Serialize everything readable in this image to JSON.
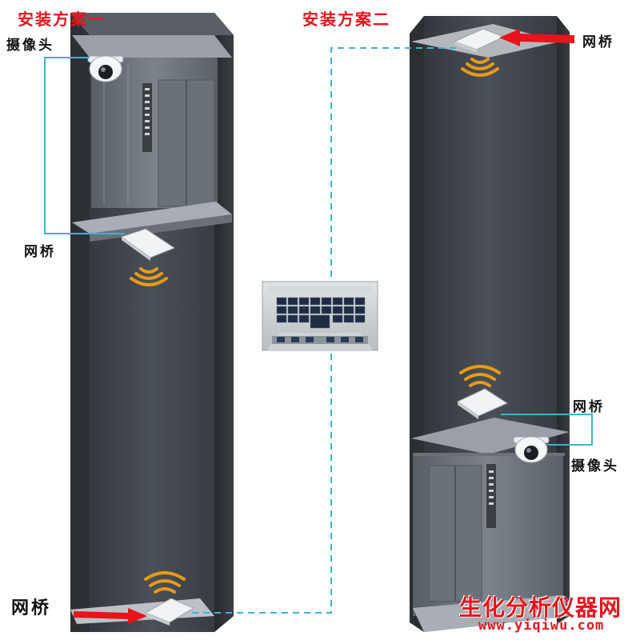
{
  "scheme_one": {
    "title": "安装方案一",
    "camera_label": "摄像头",
    "bridge_mid_label": "网桥",
    "bridge_bottom_label": "网桥"
  },
  "scheme_two": {
    "title": "安装方案二",
    "bridge_top_label": "网桥",
    "bridge_mid_label": "网桥",
    "camera_label": "摄像头"
  },
  "watermark": {
    "name": "生化分析仪器网",
    "url": "www.yiqiwu.com"
  },
  "colors": {
    "title_red": "#e8141c",
    "link_cyan": "#38b6d0",
    "shaft_dark": "#3e4349",
    "signal_orange": "#e69a1a"
  },
  "icons": [
    "dome-camera-icon",
    "wireless-bridge-icon",
    "wifi-signal-icon",
    "monitoring-room-icon",
    "arrow-right-icon",
    "arrow-left-icon"
  ]
}
